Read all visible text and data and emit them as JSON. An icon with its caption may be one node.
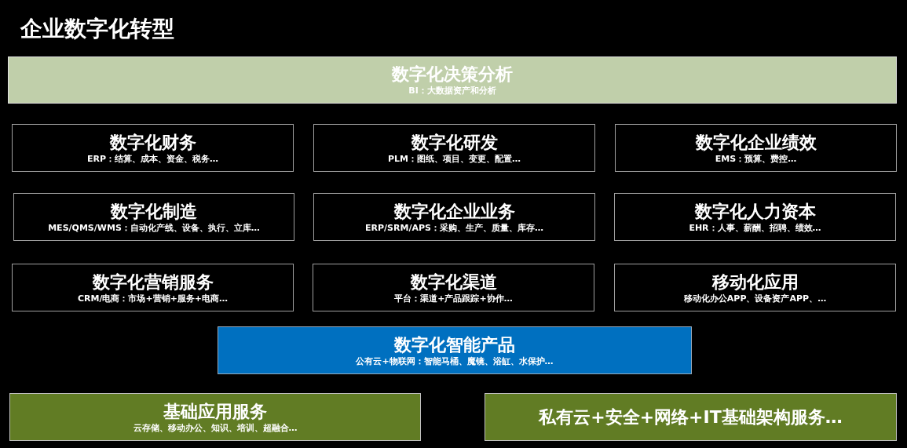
{
  "diagram": {
    "title": "企业数字化转型",
    "nodes": [
      {
        "text": [
          "数字化决策分析",
          "BI：大数据资产和分析"
        ]
      },
      {
        "text": [
          "数字化财务",
          "ERP：结算、成本、资金、税务…"
        ]
      },
      {
        "text": [
          "数字化研发",
          "PLM：图纸、项目、变更、配置…"
        ]
      },
      {
        "text": [
          "数字化企业绩效",
          "EMS：预算、费控…"
        ]
      },
      {
        "text": [
          "数字化制造",
          "MES/QMS/WMS：自动化产线、设备、执行、立库…"
        ]
      },
      {
        "text": [
          "数字化企业业务",
          "ERP/SRM/APS：采购、生产、质量、库存…"
        ]
      },
      {
        "text": [
          "数字化人力资本",
          "EHR：人事、薪酬、招聘、绩效…"
        ]
      },
      {
        "text": [
          "数字化营销服务",
          "CRM/电商：市场+营销+服务+电商…"
        ]
      },
      {
        "text": [
          "数字化渠道",
          "平台：渠道+产品跟踪+协作…"
        ]
      },
      {
        "text": [
          "移动化应用",
          "移动化办公APP、设备资产APP、…"
        ]
      },
      {
        "text": [
          "数字化智能产品",
          "公有云+物联网：智能马桶、魔镜、浴缸、水保护…"
        ]
      },
      {
        "text": [
          "基础应用服务",
          "云存储、移动办公、知识、培训、超融合…"
        ]
      },
      {
        "text": [
          "私有云+安全+网络+IT基础架构服务…"
        ]
      }
    ]
  }
}
